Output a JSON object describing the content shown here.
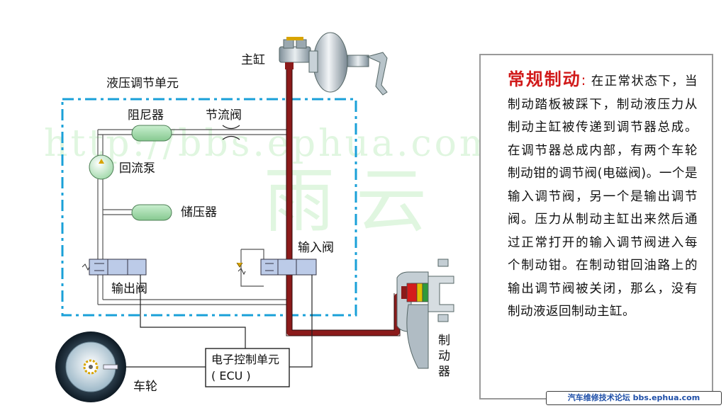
{
  "labels": {
    "master_cylinder": "主缸",
    "hydraulic_unit": "液压调节单元",
    "damper": "阻尼器",
    "throttle_valve": "节流阀",
    "return_pump": "回流泵",
    "accumulator": "储压器",
    "inlet_valve": "输入阀",
    "outlet_valve": "输出阀",
    "ecu_line1": "电子控制单元",
    "ecu_line2": "( ECU )",
    "wheel": "车轮",
    "brake_1": "制",
    "brake_2": "动",
    "brake_3": "器"
  },
  "description": {
    "title": "常规制动",
    "colon": ":",
    "body": "在正常状态下，当制动踏板被踩下，制动液压力从制动主缸被传递到调节器总成。在调节器总成内部，有两个车轮制动钳的调节阀(电磁阀)。一个是输入调节阀，另一个是输出调节阀。压力从制动主缸出来然后通过正常打开的输入调节阀进入每个制动钳。在制动钳回油路上的输出调节阀被关闭，那么，没有制动液返回制动主缸。"
  },
  "watermark": {
    "url": "http://bbs.ephua.com",
    "chars": "雨云"
  },
  "footer": "汽车维修技术论坛 bbs.ephua.com",
  "colors": {
    "pressure_line": "#8b1a1a",
    "hydraulic_unit_border": "#1aa0d8",
    "damper_fill": "#9fd8a8",
    "title_red": "#d11a1a",
    "footer_blue": "#1f4fa8"
  }
}
